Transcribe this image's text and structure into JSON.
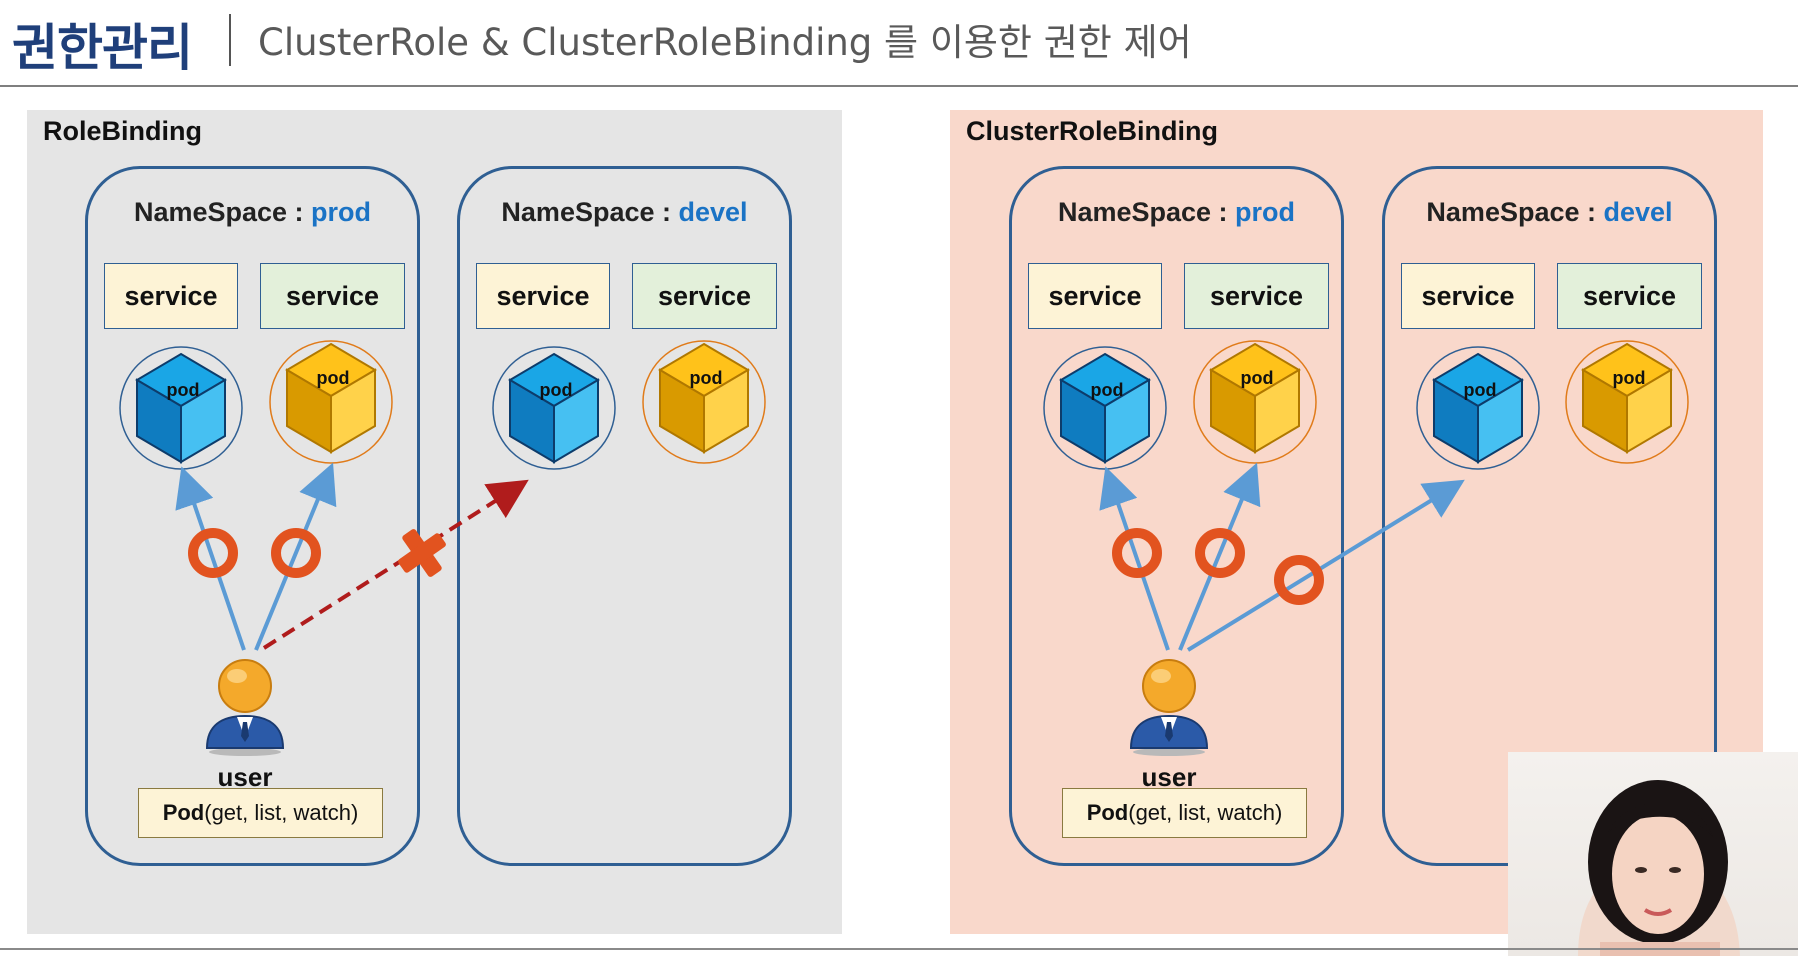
{
  "header": {
    "title": "권한관리",
    "subtitle": "ClusterRole & ClusterRoleBinding 를 이용한 권한 제어"
  },
  "panels": [
    {
      "title": "RoleBinding",
      "namespaces": [
        {
          "prefix": "NameSpace : ",
          "name": "prod",
          "services": [
            "service",
            "service"
          ],
          "pods": [
            "pod",
            "pod"
          ]
        },
        {
          "prefix": "NameSpace : ",
          "name": "devel",
          "services": [
            "service",
            "service"
          ],
          "pods": [
            "pod",
            "pod"
          ]
        }
      ],
      "user": {
        "label": "user",
        "perm_resource": "Pod",
        "perm_verbs": "(get, list, watch)"
      },
      "access": [
        "allowed",
        "allowed",
        "denied"
      ]
    },
    {
      "title": "ClusterRoleBinding",
      "namespaces": [
        {
          "prefix": "NameSpace : ",
          "name": "prod",
          "services": [
            "service",
            "service"
          ],
          "pods": [
            "pod",
            "pod"
          ]
        },
        {
          "prefix": "NameSpace : ",
          "name": "devel",
          "services": [
            "service",
            "service"
          ],
          "pods": [
            "pod",
            "pod"
          ]
        }
      ],
      "user": {
        "label": "user",
        "perm_resource": "Pod",
        "perm_verbs": "(get, list, watch)"
      },
      "access": [
        "allowed",
        "allowed",
        "allowed"
      ]
    }
  ],
  "colors": {
    "title_navy": "#1f3f7a",
    "namespace_border": "#2f5f93",
    "namespace_name": "#1a73c5",
    "pod_blue": "#1aa0e0",
    "pod_yellow": "#f7b500",
    "allowed_mark": "#e2531f",
    "denied_mark": "#e2531f",
    "allowed_arrow": "#5b9bd5",
    "denied_arrow": "#b01c1c",
    "left_panel_bg": "#e5e5e5",
    "right_panel_bg": "#f9d8cb"
  },
  "icons": [
    "blue-pod-cube-icon",
    "yellow-pod-cube-icon",
    "user-icon",
    "allowed-circle-icon",
    "denied-x-icon"
  ]
}
